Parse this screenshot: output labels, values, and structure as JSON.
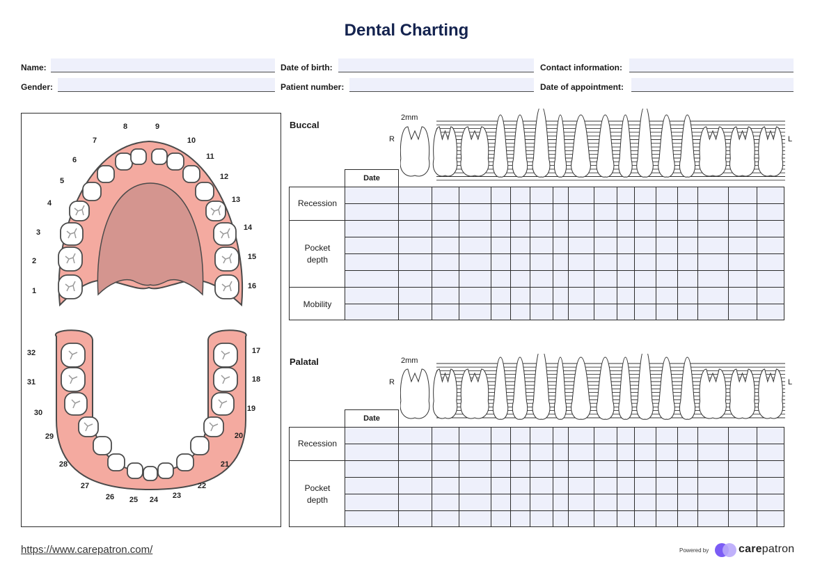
{
  "title": "Dental Charting",
  "form": {
    "name_label": "Name:",
    "dob_label": "Date of birth:",
    "contact_label": "Contact information:",
    "gender_label": "Gender:",
    "patient_number_label": "Patient number:",
    "appointment_label": "Date of appointment:"
  },
  "upper_teeth_numbers": [
    "1",
    "2",
    "3",
    "4",
    "5",
    "6",
    "7",
    "8",
    "9",
    "10",
    "11",
    "12",
    "13",
    "14",
    "15",
    "16"
  ],
  "lower_teeth_numbers": [
    "17",
    "18",
    "19",
    "20",
    "21",
    "22",
    "23",
    "24",
    "25",
    "26",
    "27",
    "28",
    "29",
    "30",
    "31",
    "32"
  ],
  "buccal": {
    "section_label": "Buccal",
    "scale_label": "2mm",
    "right_label": "R",
    "left_label": "L",
    "date_label": "Date",
    "rows": [
      {
        "label": "Recession",
        "subrows": 2
      },
      {
        "label": "Pocket depth",
        "subrows": 4
      },
      {
        "label": "Mobility",
        "subrows": 2
      }
    ]
  },
  "palatal": {
    "section_label": "Palatal",
    "scale_label": "2mm",
    "right_label": "R",
    "left_label": "L",
    "date_label": "Date",
    "rows": [
      {
        "label": "Recession",
        "subrows": 2
      },
      {
        "label": "Pocket depth",
        "subrows": 4
      }
    ]
  },
  "footer": {
    "url": "https://www.carepatron.com/",
    "powered_by": "Powered by",
    "brand_bold": "care",
    "brand_rest": "patron"
  },
  "colors": {
    "gum": "#f4aaa0",
    "palate": "#d4958f",
    "outline": "#4a4a4a",
    "field_fill": "#eef0fb",
    "title": "#14234f",
    "logo": "#7b5cf5"
  }
}
